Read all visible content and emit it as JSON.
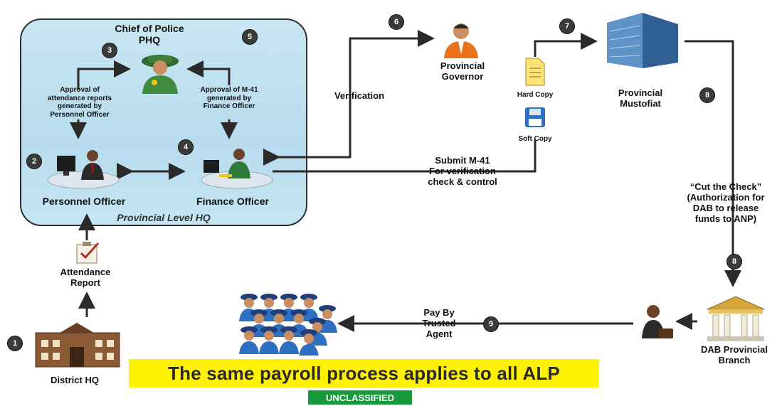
{
  "hq_box": {
    "caption": "Provincial Level HQ"
  },
  "nodes": {
    "chief": {
      "line1": "Chief of Police",
      "line2": "PHQ"
    },
    "personnel": "Personnel Officer",
    "finance": "Finance Officer",
    "governor": {
      "line1": "Provincial",
      "line2": "Governor"
    },
    "mustofiat": {
      "line1": "Provincial",
      "line2": "Mustofiat"
    },
    "dab": {
      "line1": "DAB Provincial",
      "line2": "Branch"
    },
    "district": "District HQ",
    "attendance": {
      "line1": "Attendance",
      "line2": "Report"
    }
  },
  "edge_labels": {
    "approval_attendance": [
      "Approval of",
      "attendance reports",
      "generated by",
      "Personnel Officer"
    ],
    "approval_m41": [
      "Approval of M-41",
      "generated by",
      "Finance Officer"
    ],
    "verification": "Verification",
    "submit_m41": [
      "Submit M-41",
      "For verification",
      "check & control"
    ],
    "hard_copy": "Hard Copy",
    "soft_copy": "Soft Copy",
    "cut_check": [
      "“Cut the Check”",
      "(Authorization for",
      "DAB to release",
      "funds to ANP)"
    ],
    "pay_by": [
      "Pay By",
      "Trusted",
      "Agent"
    ]
  },
  "steps": [
    "1",
    "2",
    "3",
    "4",
    "5",
    "6",
    "7",
    "8",
    "8",
    "9"
  ],
  "banner": "The same payroll process applies to all ALP",
  "classification": "UNCLASSIFIED",
  "colors": {
    "box_fill": "#c8e6f2",
    "arrow": "#2a2a2a",
    "banner_bg": "#fff200",
    "classification_bg": "#179a3a",
    "police_blue": "#2f6fc1",
    "governor_orange": "#e8731c"
  }
}
